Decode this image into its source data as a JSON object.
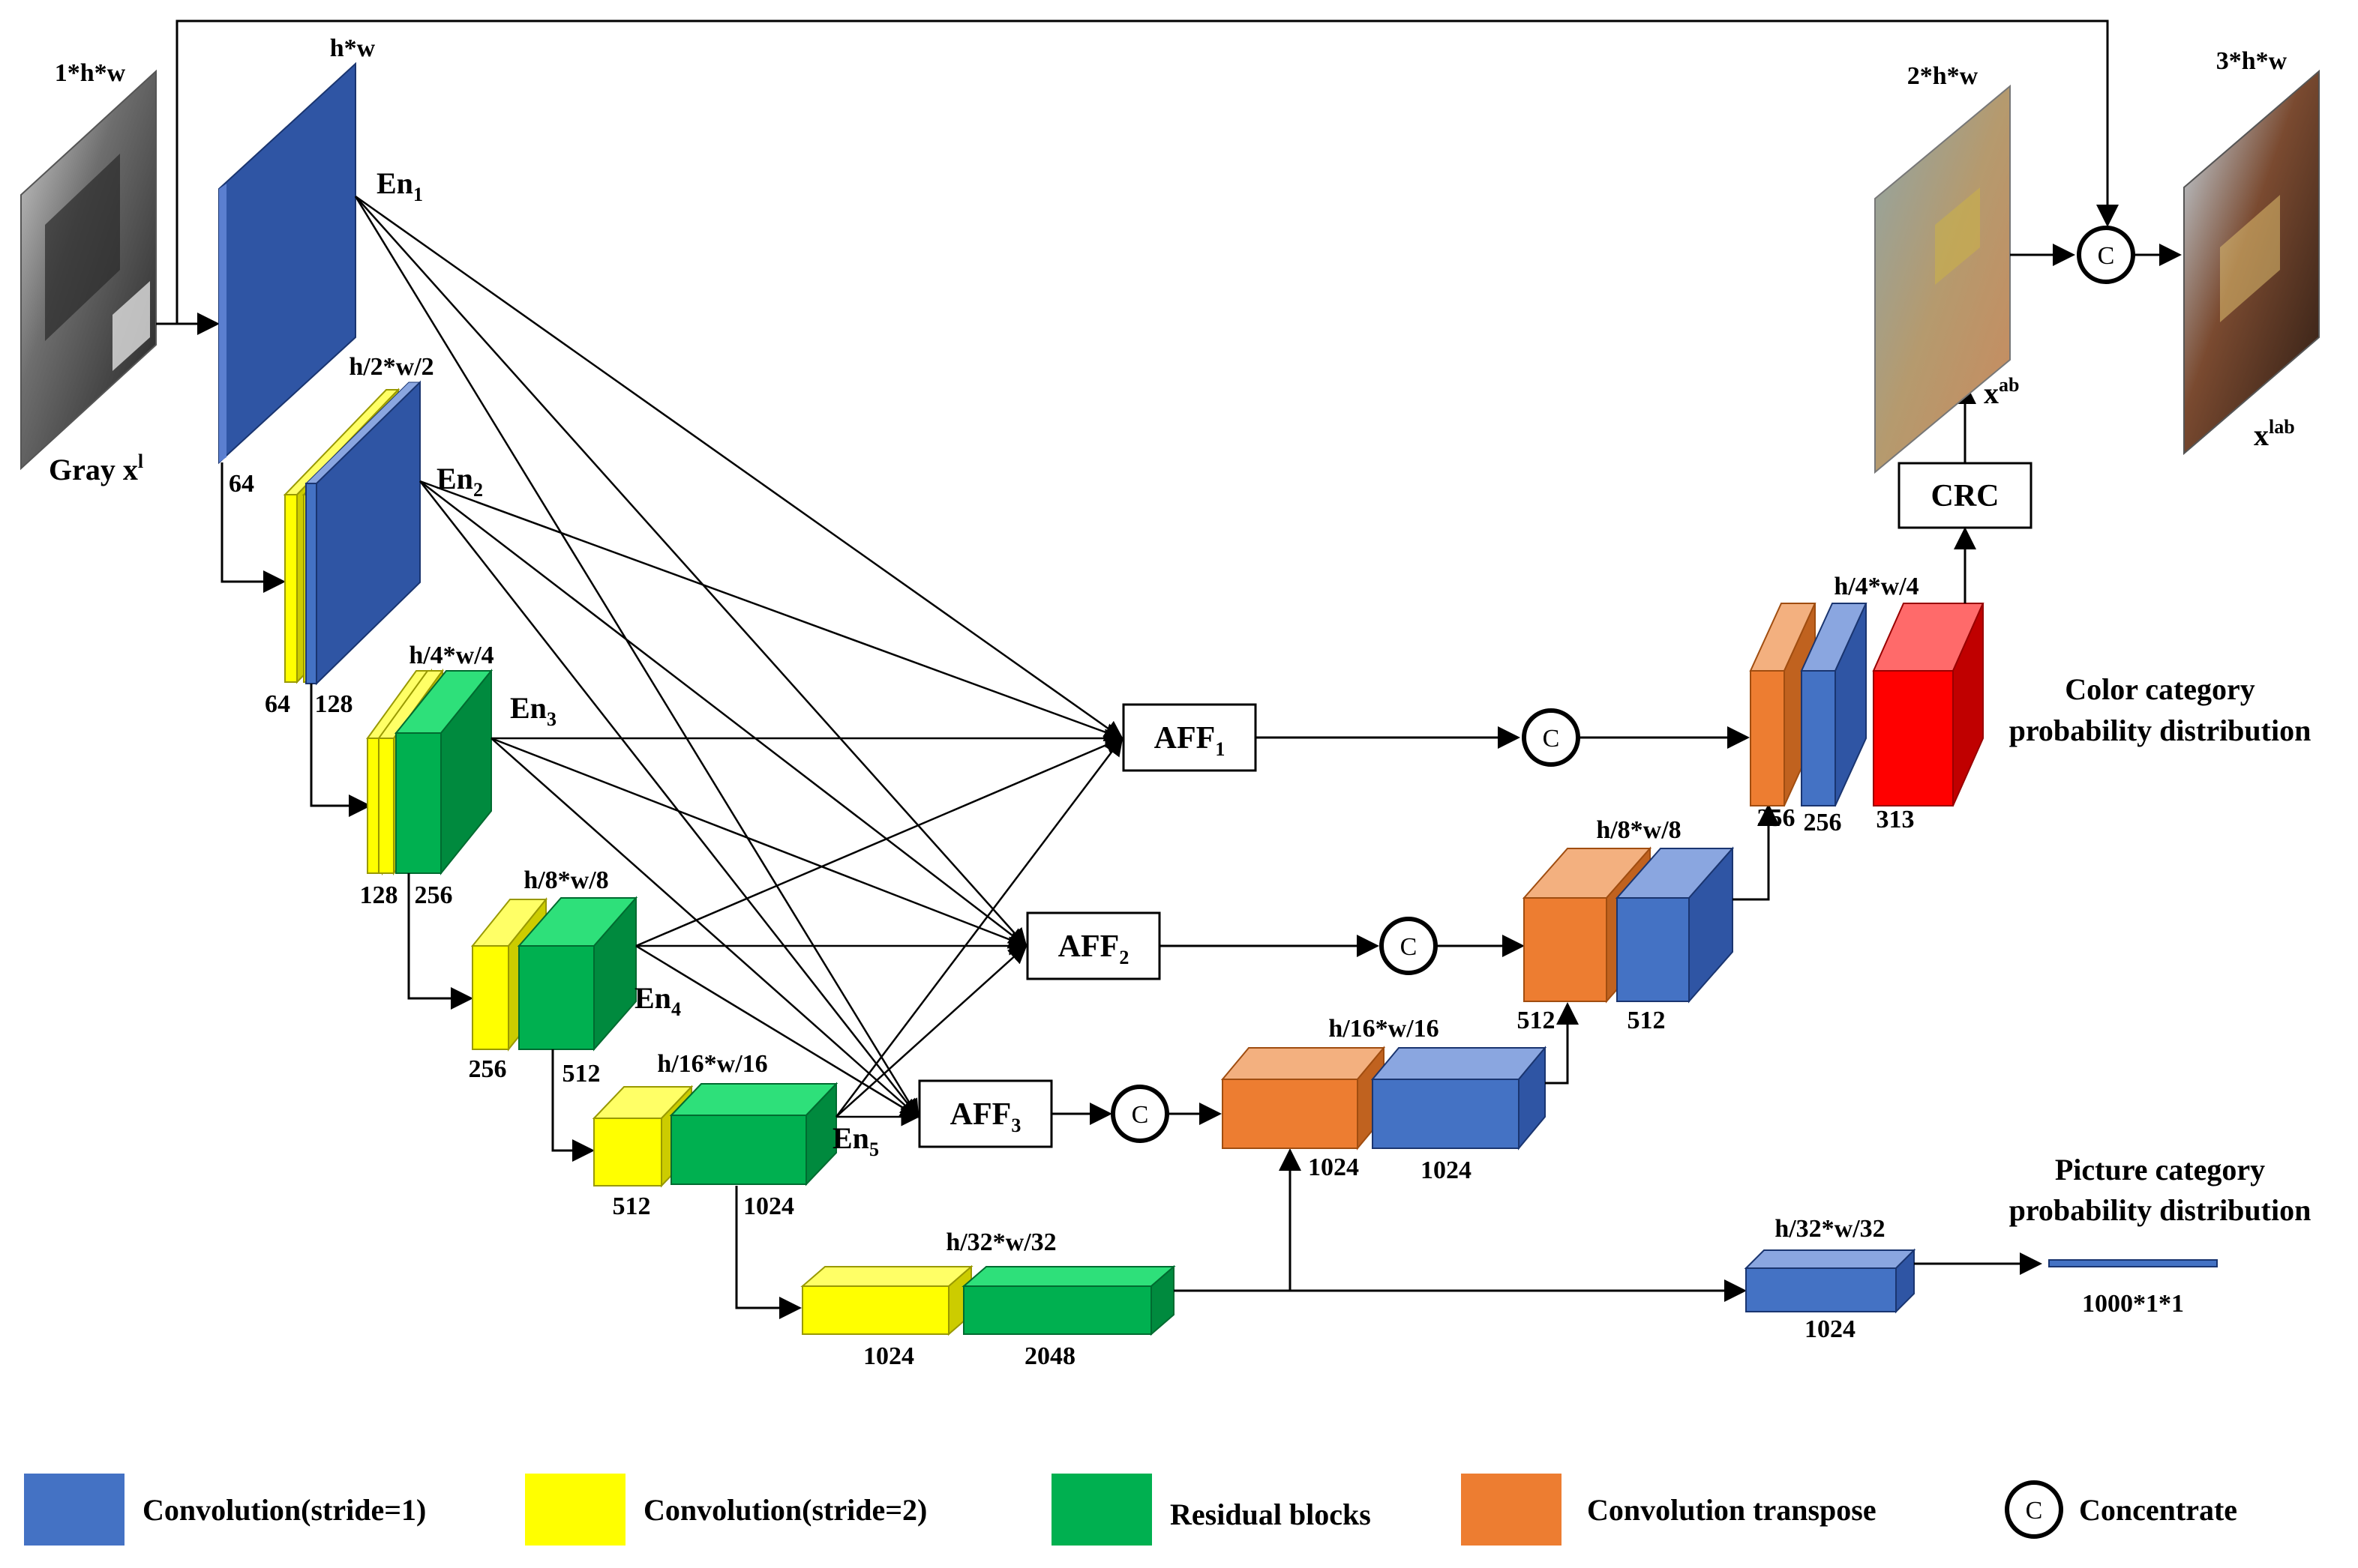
{
  "input": {
    "dims": "1*h*w",
    "label": "Gray x",
    "label_sup": "l"
  },
  "encoder": {
    "en1": {
      "name": "En",
      "sub": "1",
      "dims": "h*w",
      "ch": "64"
    },
    "en2": {
      "name": "En",
      "sub": "2",
      "dims": "h/2*w/2",
      "ch_a": "64",
      "ch_b": "128"
    },
    "en3": {
      "name": "En",
      "sub": "3",
      "dims": "h/4*w/4",
      "ch_a": "128",
      "ch_b": "256"
    },
    "en4": {
      "name": "En",
      "sub": "4",
      "dims": "h/8*w/8",
      "ch_a": "256",
      "ch_b": "512"
    },
    "en5": {
      "name": "En",
      "sub": "5",
      "dims": "h/16*w/16",
      "ch_a": "512",
      "ch_b": "1024"
    },
    "bottleneck": {
      "dims": "h/32*w/32",
      "ch_a": "1024",
      "ch_b": "2048"
    }
  },
  "aff": [
    {
      "name": "AFF",
      "sub": "1"
    },
    {
      "name": "AFF",
      "sub": "2"
    },
    {
      "name": "AFF",
      "sub": "3"
    }
  ],
  "concat_symbol": "C",
  "decoder": {
    "d16": {
      "dims": "h/16*w/16",
      "ch_a": "1024",
      "ch_b": "1024"
    },
    "d8": {
      "dims": "h/8*w/8",
      "ch_a": "512",
      "ch_b": "512"
    },
    "d4": {
      "dims": "h/4*w/4",
      "ch_a": "256",
      "ch_b": "256",
      "ch_c": "313"
    }
  },
  "crc": "CRC",
  "ab_output": {
    "dims": "2*h*w",
    "label": "x",
    "label_sup": "ab"
  },
  "lab_output": {
    "dims": "3*h*w",
    "label": "x",
    "label_sup": "lab"
  },
  "color_dist": {
    "line1": "Color category",
    "line2": "probability distribution"
  },
  "picture_dist": {
    "line1": "Picture category",
    "line2": "probability distribution"
  },
  "classifier": {
    "dims": "h/32*w/32",
    "ch": "1024",
    "out": "1000*1*1"
  },
  "legend": [
    {
      "label": "Convolution(stride=1)",
      "color": "#4472C4"
    },
    {
      "label": "Convolution(stride=2)",
      "color": "#FFFF00"
    },
    {
      "label": "Residual blocks",
      "color": "#00B050"
    },
    {
      "label": "Convolution transpose",
      "color": "#ED7D31"
    },
    {
      "label": "Concentrate",
      "symbol": "C"
    }
  ]
}
